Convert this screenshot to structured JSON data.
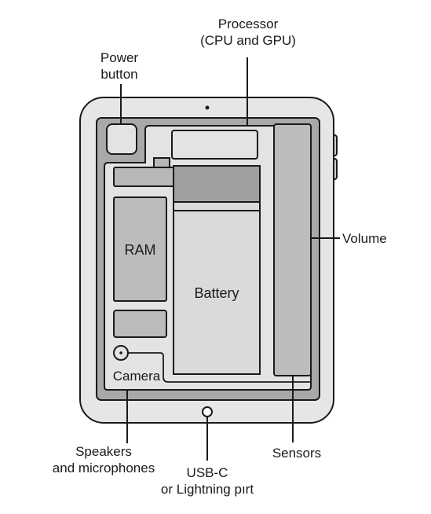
{
  "labels": {
    "processor_line1": "Processor",
    "processor_line2": "(CPU and GPU)",
    "power_line1": "Power",
    "power_line2": "button",
    "volume": "Volume",
    "ram": "RAM",
    "battery": "Battery",
    "camera": "Camera",
    "speakers_line1": "Speakers",
    "speakers_line2": "and microphones",
    "usb_line1": "USB-C",
    "usb_line2": "or Lightning pırt",
    "sensors": "Sensors"
  },
  "colors": {
    "outline": "#1a1a1a",
    "tablet_body": "#e6e6e6",
    "inner_frame": "#a9a9a9",
    "board": "#e3e3e3",
    "component_light": "#dadada",
    "component_mid": "#bcbcbc",
    "component_dark": "#9f9f9f",
    "background": "#ffffff"
  }
}
